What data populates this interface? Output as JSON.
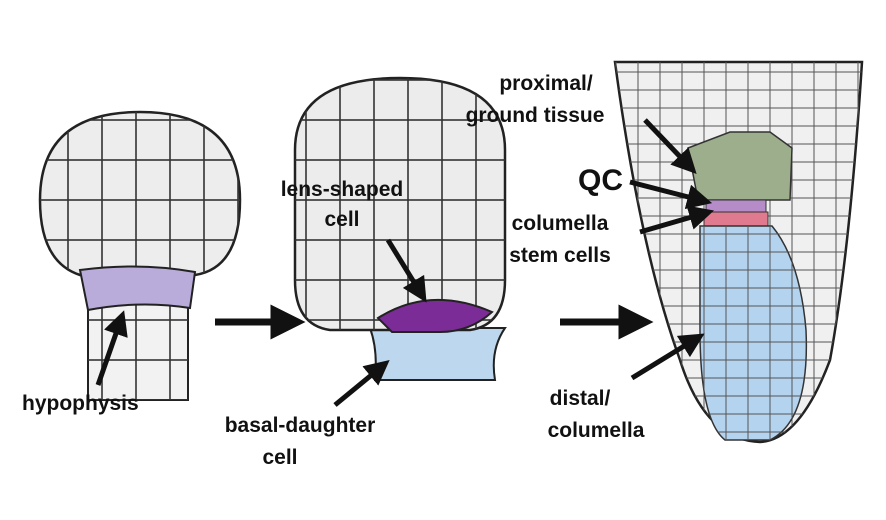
{
  "labels": {
    "hypophysis": "hypophysis",
    "lens_line1": "lens-shaped",
    "lens_line2": "cell",
    "basal_line1": "basal-daughter",
    "basal_line2": "cell",
    "proximal_line1": "proximal/",
    "proximal_line2": "ground tissue",
    "qc": "QC",
    "columella_stem_line1": "columella",
    "columella_stem_line2": "stem cells",
    "distal_line1": "distal/",
    "distal_line2": "columella"
  },
  "colors": {
    "hypophysis": "#b9acdb",
    "lens_cell": "#7b2c96",
    "basal_daughter": "#bcd7ee",
    "ground_tissue": "#9cae8c",
    "qc": "#b58bc8",
    "columella_stem": "#e07a8e",
    "columella": "#b4d3ef"
  }
}
